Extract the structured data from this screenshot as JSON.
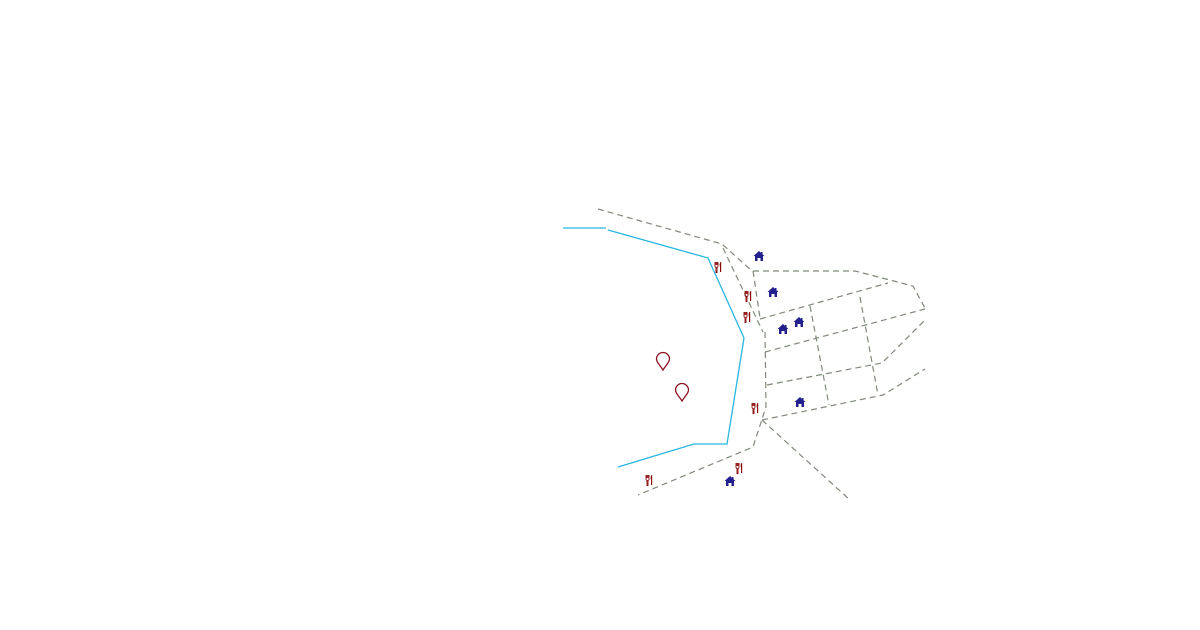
{
  "map": {
    "colors": {
      "background": "#ffffff",
      "road": "#7f8a7a",
      "river": "#29b6e0",
      "restaurant": "#8b0a0a",
      "house": "#231f8c",
      "pin": "#8b1020"
    },
    "layers": [
      {
        "name": "roads",
        "icon": "dashed-line"
      },
      {
        "name": "river",
        "icon": "solid-line"
      },
      {
        "name": "restaurants",
        "icon": "fork-knife-icon",
        "count": 6
      },
      {
        "name": "houses",
        "icon": "house-icon",
        "count": 6
      },
      {
        "name": "pins",
        "icon": "map-pin-icon",
        "count": 2
      }
    ]
  }
}
